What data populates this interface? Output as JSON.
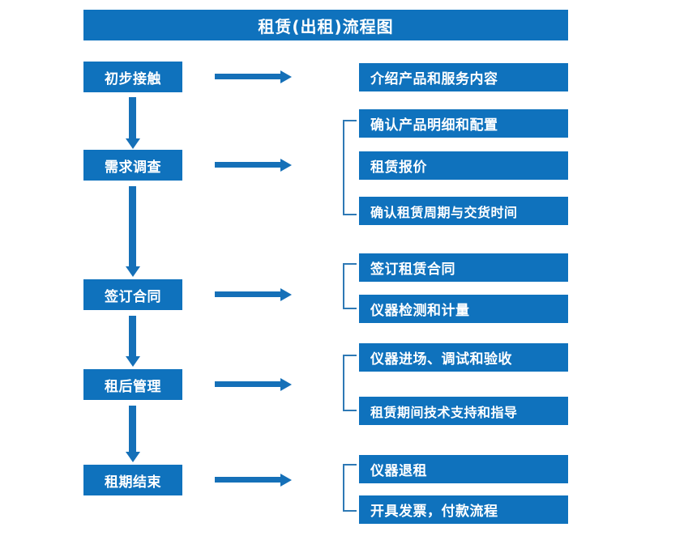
{
  "title": "租赁(出租)流程图",
  "colors": {
    "box_fill": "#0f72bd",
    "box_text": "#ffffff",
    "arrow": "#1570b8",
    "bracket": "#2e79b5",
    "background": "#ffffff"
  },
  "stages": [
    {
      "label": "初步接触"
    },
    {
      "label": "需求调查"
    },
    {
      "label": "签订合同"
    },
    {
      "label": "租后管理"
    },
    {
      "label": "租期结束"
    }
  ],
  "details": [
    {
      "label": "介绍产品和服务内容"
    },
    {
      "label": "确认产品明细和配置"
    },
    {
      "label": "租赁报价"
    },
    {
      "label": "确认租赁周期与交货时间"
    },
    {
      "label": "签订租赁合同"
    },
    {
      "label": "仪器检测和计量"
    },
    {
      "label": "仪器进场、调试和验收"
    },
    {
      "label": "租赁期间技术支持和指导"
    },
    {
      "label": "仪器退租"
    },
    {
      "label": "开具发票，付款流程"
    }
  ]
}
